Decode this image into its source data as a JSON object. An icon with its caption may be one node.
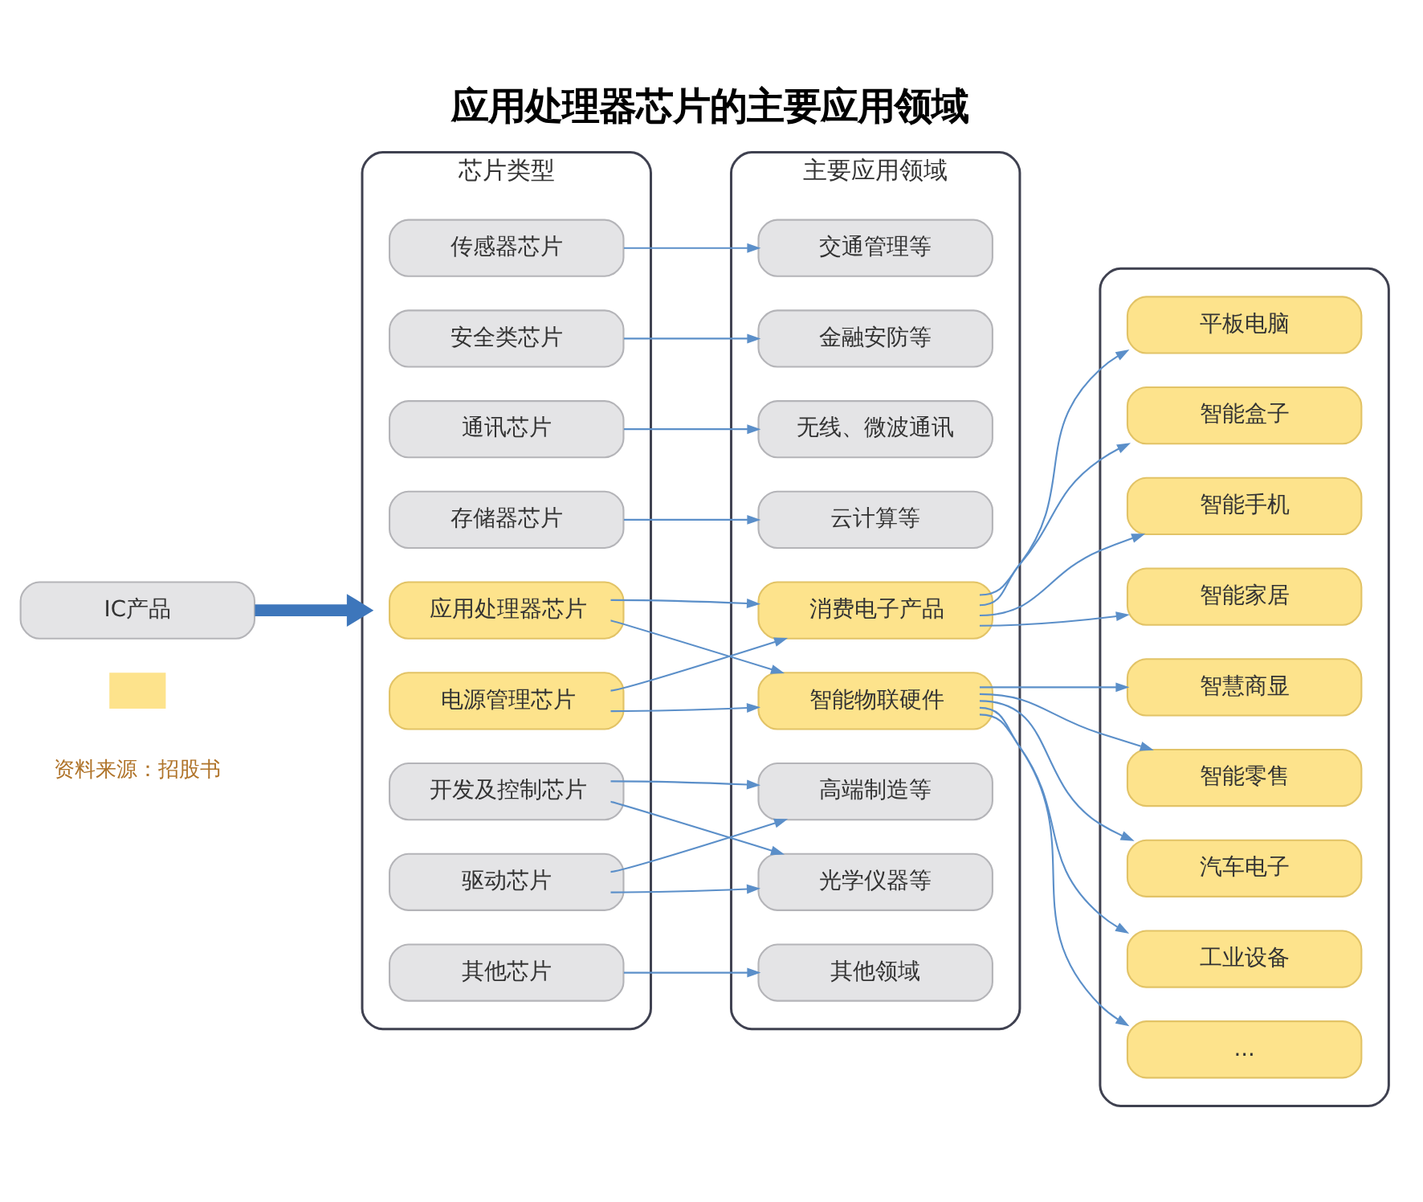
{
  "diagram": {
    "title": "应用处理器芯片的主要应用领域",
    "nodes": [
      {
        "text": [
          "IC产品"
        ]
      },
      {
        "text": [
          "芯片类型"
        ]
      },
      {
        "text": [
          "传感器芯片"
        ],
        "in": 1
      },
      {
        "text": [
          "安全类芯片"
        ],
        "in": 1
      },
      {
        "text": [
          "通讯芯片"
        ],
        "in": 1
      },
      {
        "text": [
          "存储器芯片"
        ],
        "in": 1
      },
      {
        "text": [
          "应用处理器芯片"
        ],
        "in": 1
      },
      {
        "text": [
          "电源管理芯片"
        ],
        "in": 1
      },
      {
        "text": [
          "开发及控制芯片"
        ],
        "in": 1
      },
      {
        "text": [
          "驱动芯片"
        ],
        "in": 1
      },
      {
        "text": [
          "其他芯片"
        ],
        "in": 1
      },
      {
        "text": [
          "主要应用领域"
        ]
      },
      {
        "text": [
          "交通管理等"
        ],
        "in": 11
      },
      {
        "text": [
          "金融安防等"
        ],
        "in": 11
      },
      {
        "text": [
          "无线、微波通讯"
        ],
        "in": 11
      },
      {
        "text": [
          "云计算等"
        ],
        "in": 11
      },
      {
        "text": [
          "消费电子产品"
        ],
        "in": 11
      },
      {
        "text": [
          "智能物联硬件"
        ],
        "in": 11
      },
      {
        "text": [
          "高端制造等"
        ],
        "in": 11
      },
      {
        "text": [
          "光学仪器等"
        ],
        "in": 11
      },
      {
        "text": [
          "其他领域"
        ],
        "in": 11
      },
      {
        "text": [],
        "shape": "box"
      },
      {
        "text": [
          "平板电脑"
        ],
        "in": 21
      },
      {
        "text": [
          "智能盒子"
        ],
        "in": 21
      },
      {
        "text": [
          "智能手机"
        ],
        "in": 21
      },
      {
        "text": [
          "智能家居"
        ],
        "in": 21
      },
      {
        "text": [
          "智慧商显"
        ],
        "in": 21
      },
      {
        "text": [
          "智能零售"
        ],
        "in": 21
      },
      {
        "text": [
          "汽车电子"
        ],
        "in": 21
      },
      {
        "text": [
          "工业设备"
        ],
        "in": 21
      },
      {
        "text": [
          "..."
        ],
        "in": 21
      },
      {
        "text": [],
        "shape": "box"
      }
    ],
    "edges": [
      {
        "from": 0,
        "to": 1,
        "arrow": "to",
        "style": "thick",
        "color": "#3d76bb"
      },
      {
        "from": 2,
        "to": 12,
        "arrow": "to"
      },
      {
        "from": 3,
        "to": 13,
        "arrow": "to"
      },
      {
        "from": 4,
        "to": 14,
        "arrow": "to"
      },
      {
        "from": 5,
        "to": 15,
        "arrow": "to"
      },
      {
        "from": 6,
        "to": 16,
        "arrow": "to"
      },
      {
        "from": 6,
        "to": 17,
        "arrow": "to"
      },
      {
        "from": 7,
        "to": 16,
        "arrow": "to"
      },
      {
        "from": 7,
        "to": 17,
        "arrow": "to"
      },
      {
        "from": 8,
        "to": 18,
        "arrow": "to"
      },
      {
        "from": 8,
        "to": 19,
        "arrow": "to"
      },
      {
        "from": 9,
        "to": 18,
        "arrow": "to"
      },
      {
        "from": 9,
        "to": 19,
        "arrow": "to"
      },
      {
        "from": 10,
        "to": 20,
        "arrow": "to"
      },
      {
        "from": 16,
        "to": 22,
        "arrow": "to"
      },
      {
        "from": 16,
        "to": 23,
        "arrow": "to"
      },
      {
        "from": 16,
        "to": 24,
        "arrow": "to"
      },
      {
        "from": 16,
        "to": 25,
        "arrow": "to"
      },
      {
        "from": 17,
        "to": 26,
        "arrow": "to"
      },
      {
        "from": 17,
        "to": 27,
        "arrow": "to"
      },
      {
        "from": 17,
        "to": 28,
        "arrow": "to"
      },
      {
        "from": 17,
        "to": 29,
        "arrow": "to"
      },
      {
        "from": 17,
        "to": 30,
        "arrow": "to"
      }
    ],
    "labels": [
      "资料来源：招股书"
    ]
  }
}
